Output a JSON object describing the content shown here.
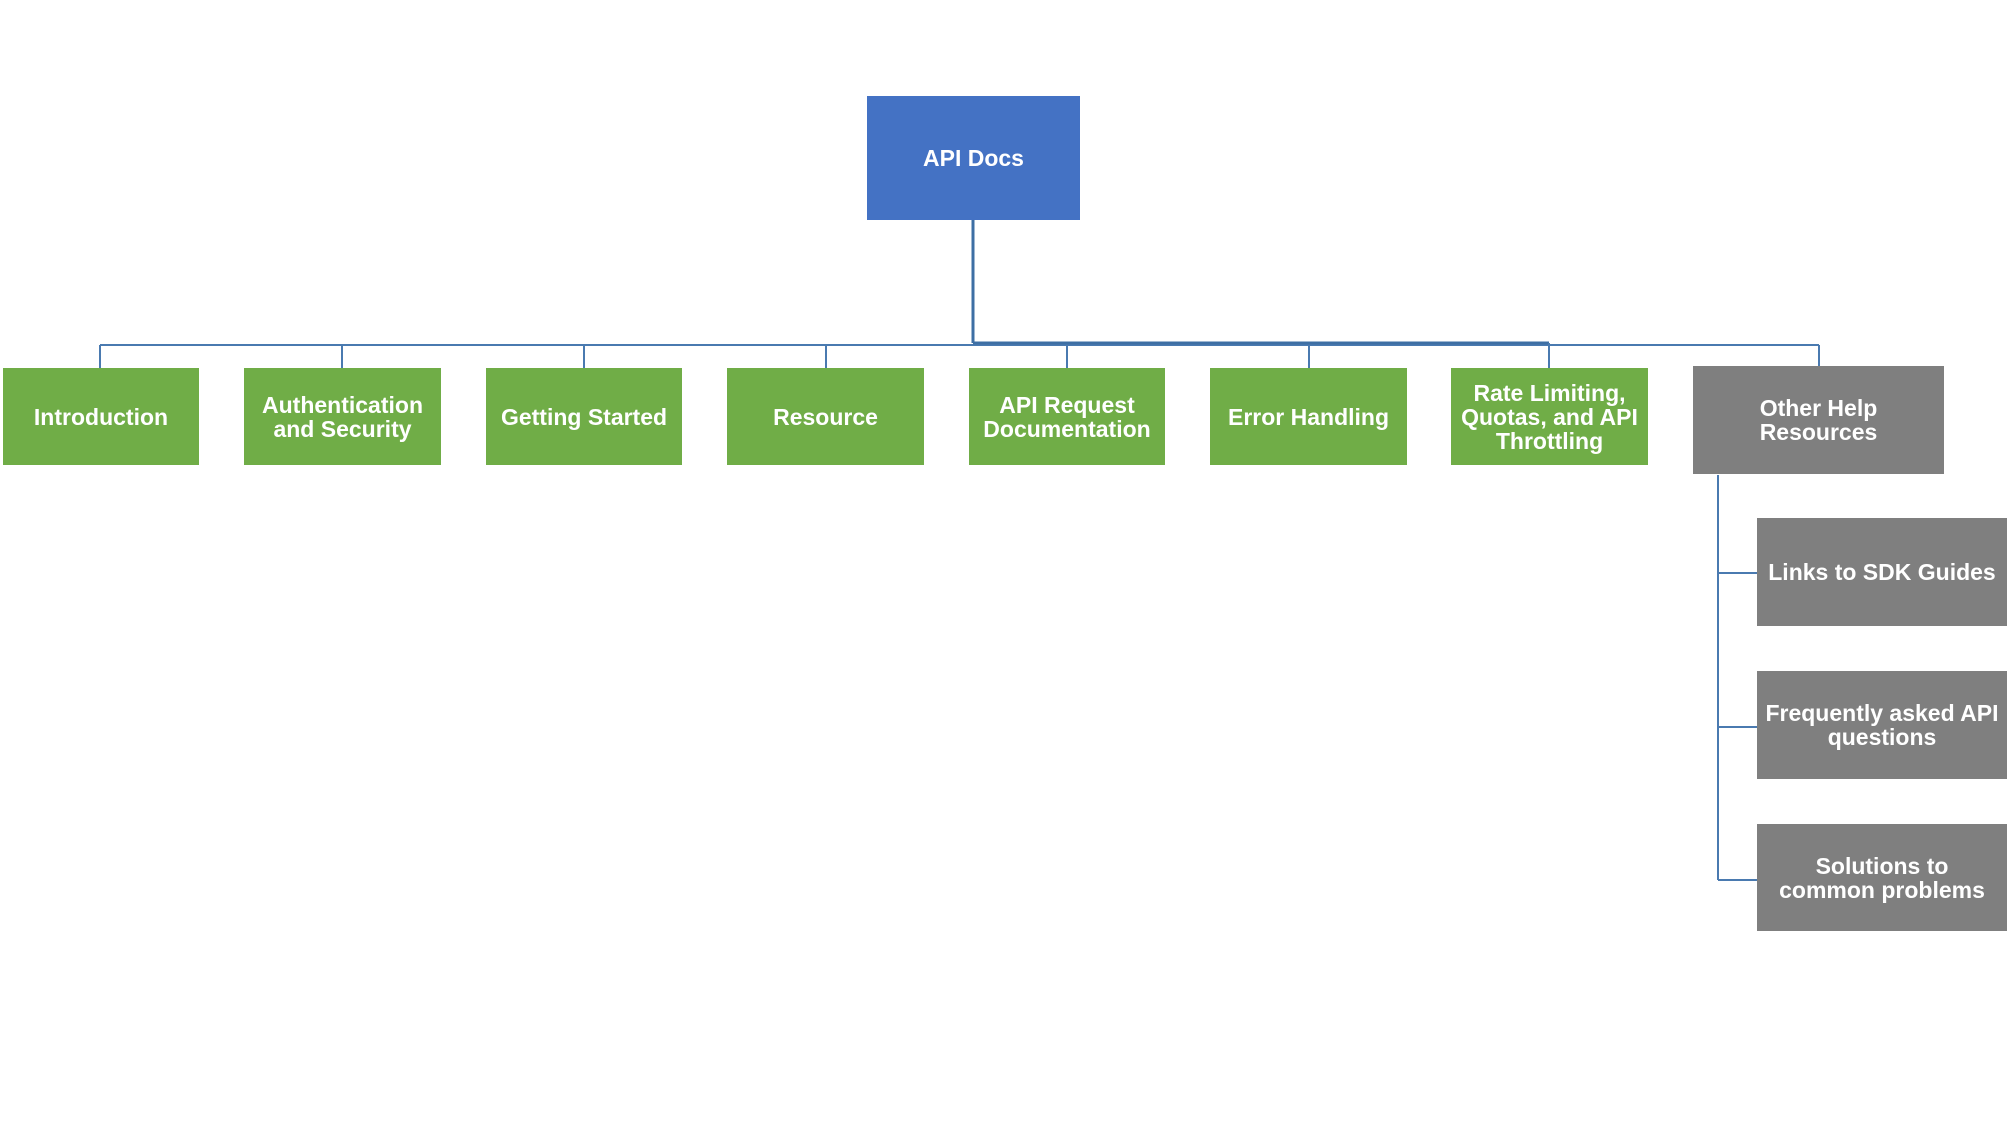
{
  "diagram": {
    "root": {
      "label": "API Docs"
    },
    "sections": [
      {
        "label": "Introduction"
      },
      {
        "label": "Authentication and Security"
      },
      {
        "label": "Getting Started"
      },
      {
        "label": "Resource"
      },
      {
        "label": "API Request Documentation"
      },
      {
        "label": "Error Handling"
      },
      {
        "label": "Rate Limiting, Quotas, and API Throttling"
      },
      {
        "label": "Other Help Resources"
      }
    ],
    "help_resources": [
      {
        "label": "Links to SDK Guides"
      },
      {
        "label": "Frequently asked API questions"
      },
      {
        "label": "Solutions to common problems"
      }
    ],
    "colors": {
      "root": "#4472c4",
      "section": "#70ad47",
      "help": "#7f7f7f",
      "connector": "#4a7ab0"
    }
  }
}
